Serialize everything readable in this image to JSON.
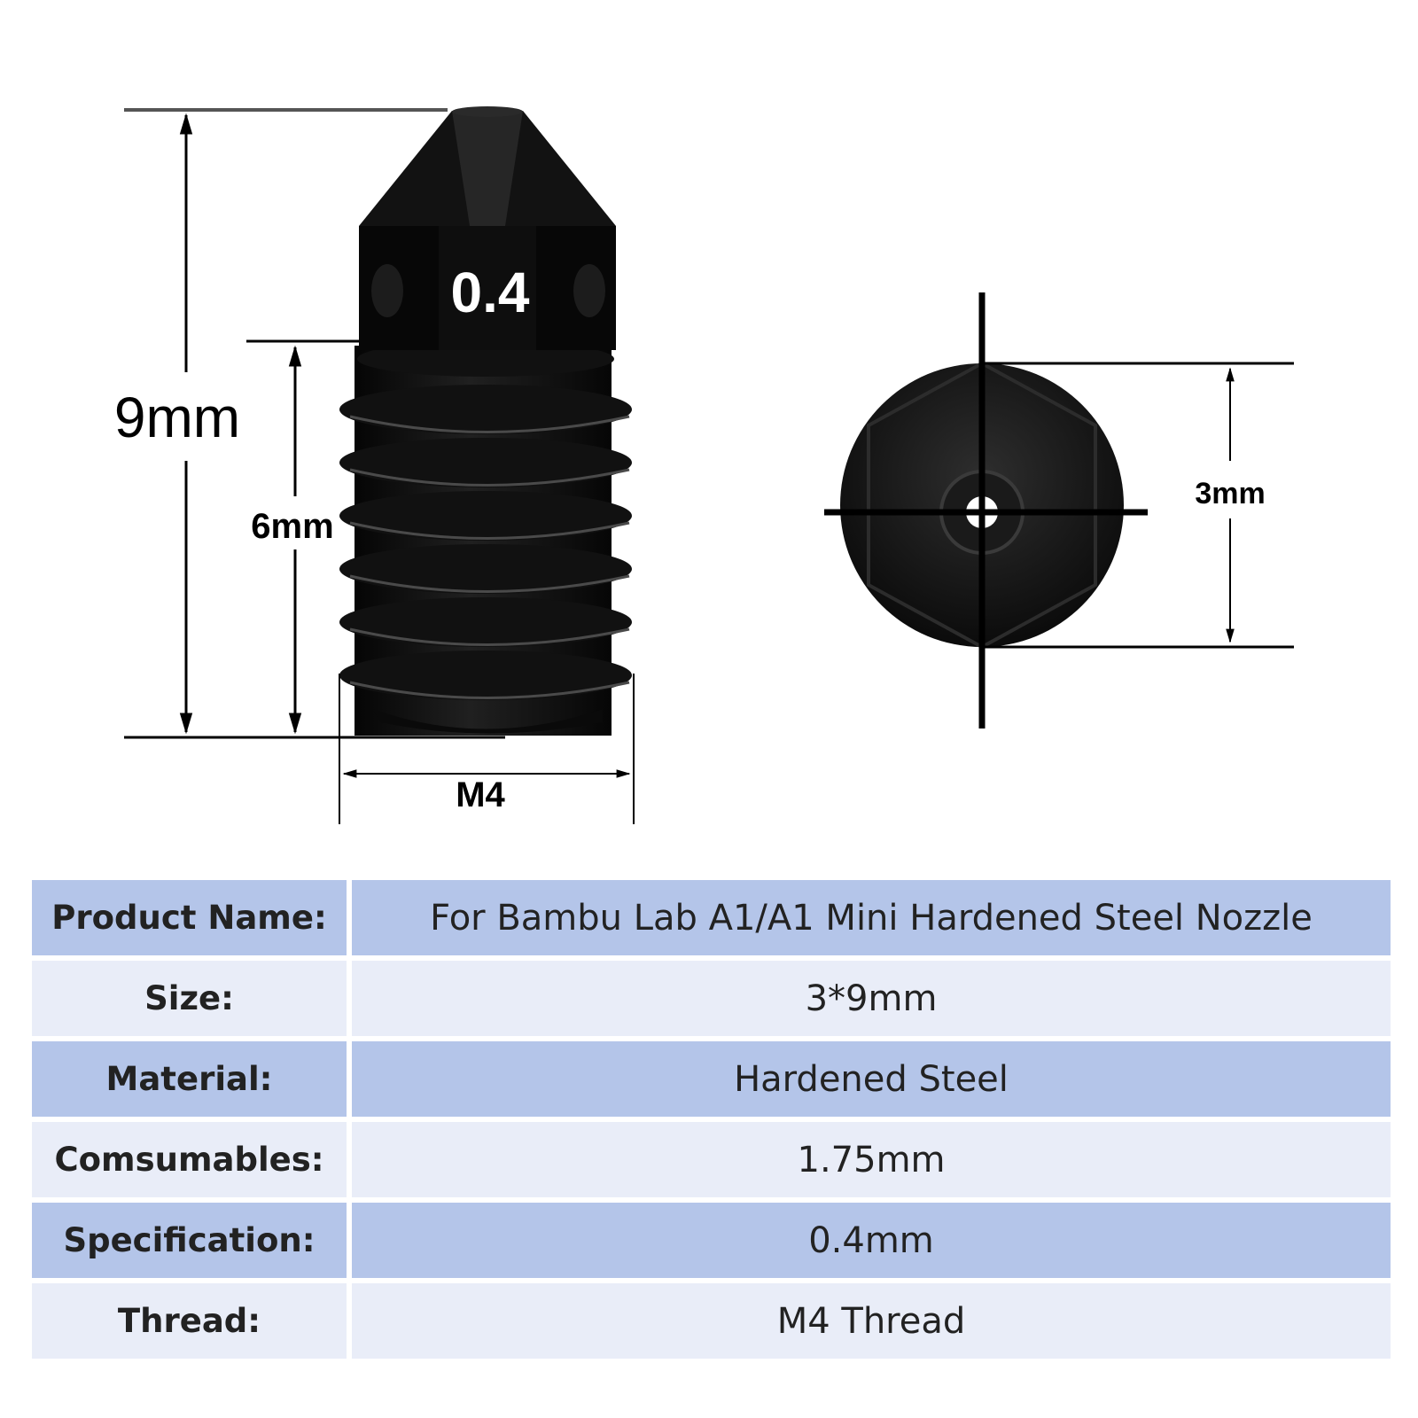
{
  "diagram": {
    "nozzle_marking": "0.4",
    "dims": {
      "overall_height": "9mm",
      "thread_length": "6mm",
      "thread_size": "M4",
      "outer_diameter": "3mm"
    }
  },
  "specs": [
    {
      "label": "Product Name:",
      "value": "For Bambu Lab A1/A1 Mini Hardened Steel Nozzle"
    },
    {
      "label": "Size:",
      "value": "3*9mm"
    },
    {
      "label": "Material:",
      "value": "Hardened Steel"
    },
    {
      "label": "Comsumables:",
      "value": "1.75mm"
    },
    {
      "label": "Specification:",
      "value": "0.4mm"
    },
    {
      "label": "Thread:",
      "value": "M4 Thread"
    }
  ]
}
